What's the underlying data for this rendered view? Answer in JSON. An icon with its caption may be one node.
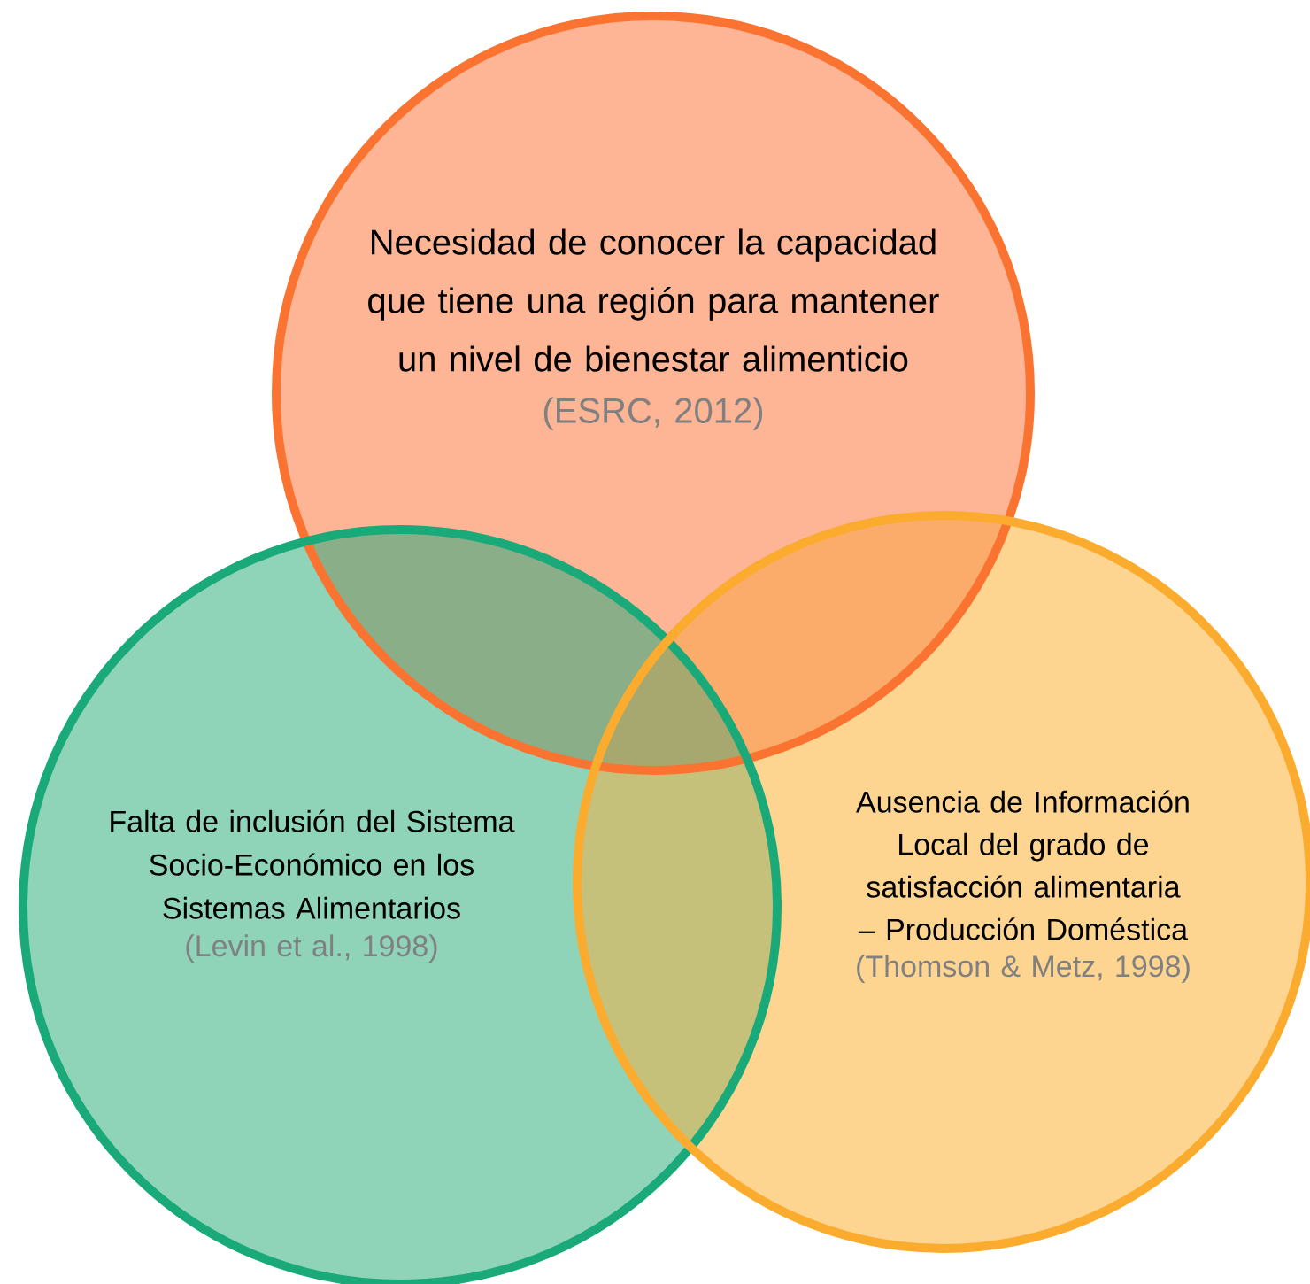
{
  "diagram": {
    "nodes": [
      {
        "text": [
          "Necesidad de conocer la capacidad que tiene una región para mantener un nivel de bienestar alimenticio",
          "(ESRC, 2012)"
        ]
      },
      {
        "text": [
          "Falta de inclusión del Sistema Socio-Económico en los Sistemas Alimentarios",
          "(Levin et al., 1998)"
        ]
      },
      {
        "text": [
          "Ausencia de Información Local del grado de satisfacción alimentaria – Producción Doméstica",
          "(Thomson & Metz, 1998)"
        ]
      }
    ]
  }
}
